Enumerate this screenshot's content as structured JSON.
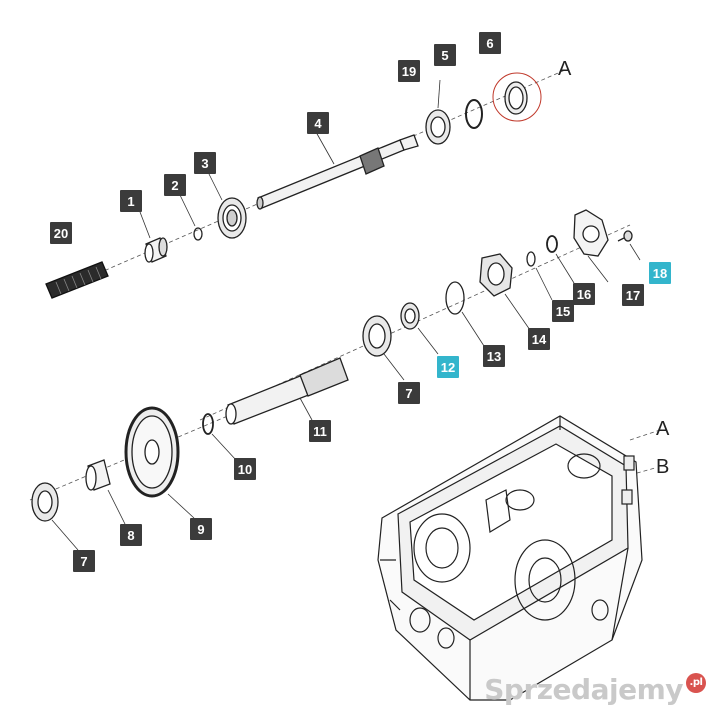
{
  "labels": {
    "p1": "1",
    "p2": "2",
    "p3": "3",
    "p4": "4",
    "p5": "5",
    "p6": "6",
    "p7a": "7",
    "p7b": "7",
    "p8": "8",
    "p9": "9",
    "p10": "10",
    "p11": "11",
    "p12": "12",
    "p13": "13",
    "p14": "14",
    "p15": "15",
    "p16": "16",
    "p17": "17",
    "p18": "18",
    "p19": "19",
    "p20": "20"
  },
  "letters": {
    "a_top": "A",
    "a_housing": "A",
    "b_housing": "B"
  },
  "watermark": {
    "text": "Sprzedajemy",
    "suffix": ".pl"
  },
  "colors": {
    "tag": "#3b3b3b",
    "highlight": "#33b5cc",
    "callout": "#c0392b"
  }
}
